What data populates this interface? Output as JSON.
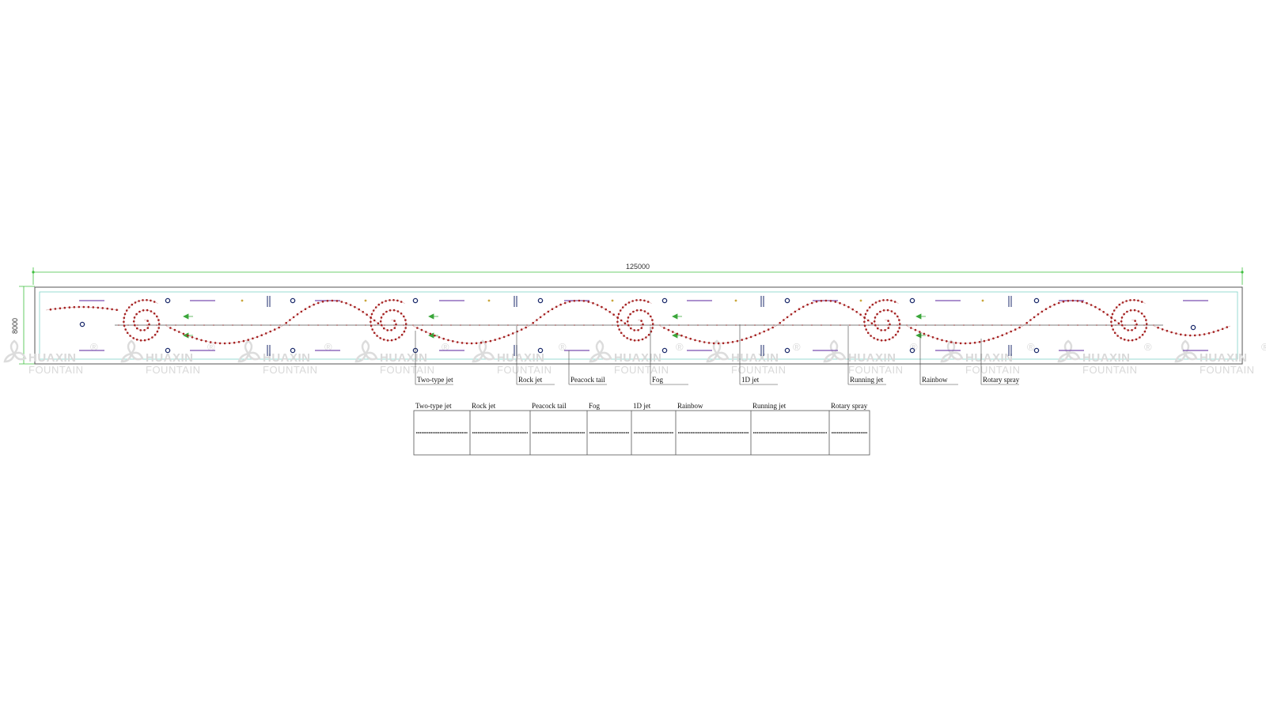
{
  "dimensions": {
    "length_label": "125000",
    "width_label": "8000"
  },
  "watermark": {
    "line1": "HUAXIN",
    "line2": "FOUNTAIN",
    "mark": "®"
  },
  "callouts": [
    "Two-type jet",
    "Rock jet",
    "Peacock tail",
    "Fog",
    "1D jet",
    "Running jet",
    "Rainbow",
    "Rotary spray"
  ],
  "legend": {
    "columns": [
      "Two-type jet",
      "Rock jet",
      "Peacock tail",
      "Fog",
      "1D jet",
      "Rainbow",
      "Running jet",
      "Rotary spray"
    ]
  },
  "colors": {
    "dimension": "#3fbf3f",
    "pool": "#555555",
    "inner_pool": "#7fd3c8",
    "dots": "#a31a1a",
    "purple": "#7a4fb0",
    "navy": "#1b2a6b",
    "arrow": "#3aa63a",
    "pipe": "#555555"
  }
}
